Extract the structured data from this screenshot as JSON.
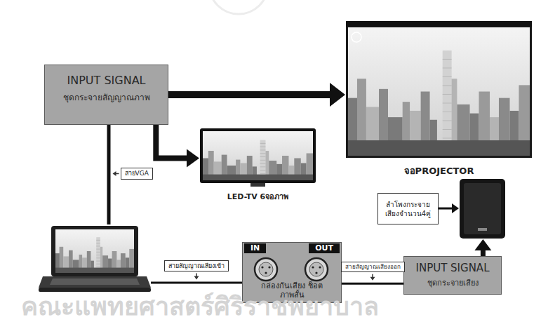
{
  "diagram": {
    "nodes": [
      {
        "text": [
          "INPUT SIGNAL",
          "ชุดกระจายสัญญาณภาพ"
        ]
      },
      {
        "text": [
          "จอPROJECTOR"
        ]
      },
      {
        "text": [
          "LED-TV 6จอภาพ"
        ]
      },
      {
        "text": []
      },
      {
        "text": [
          "IN",
          "OUT",
          "กล่องกันเสียง ช็อตภาพสั้น"
        ]
      },
      {
        "text": [
          "INPUT SIGNAL",
          "ชุดกระจายเสียง"
        ]
      },
      {
        "text": []
      },
      {
        "text": [
          "ลำโพงกระจายเสียงจำนวน4คู่"
        ]
      }
    ],
    "edges": [
      {
        "from": 0,
        "to": 1,
        "arrow": "to"
      },
      {
        "from": 0,
        "to": 2,
        "arrow": "to"
      },
      {
        "from": 3,
        "to": 0,
        "arrow": "none",
        "label": "สายVGA"
      },
      {
        "from": 3,
        "to": 4,
        "arrow": "none",
        "label": "สายสัญญาณเสียงเข้า"
      },
      {
        "from": 4,
        "to": 5,
        "arrow": "none",
        "label": "สายสัญญาณเสียงออก"
      },
      {
        "from": 5,
        "to": 6,
        "arrow": "to"
      },
      {
        "from": 7,
        "to": 6,
        "arrow": "to"
      }
    ],
    "labels": [
      "คณะแพทยศาสตร์ศิริราชพยาบาล"
    ]
  }
}
